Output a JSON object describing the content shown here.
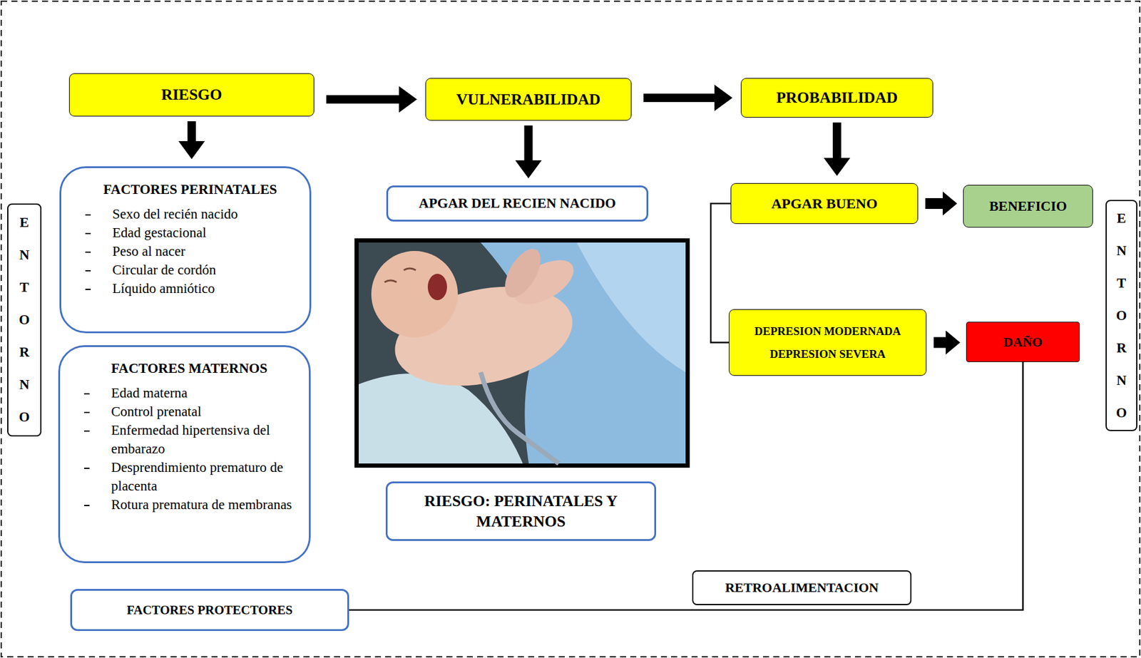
{
  "diagram": {
    "nodes": [
      {
        "text": [
          "ENTORNO"
        ]
      },
      {
        "text": [
          "RIESGO"
        ]
      },
      {
        "text": [
          "VULNERABILIDAD"
        ]
      },
      {
        "text": [
          "PROBABILIDAD"
        ]
      },
      {
        "text": [
          "FACTORES PERINATALES",
          "Sexo del recién nacido",
          "Edad gestacional",
          "Peso al nacer",
          "Circular de cordón",
          "Líquido amniótico"
        ]
      },
      {
        "text": [
          "FACTORES MATERNOS",
          "Edad materna",
          "Control prenatal",
          "Enfermedad hipertensiva del embarazo",
          "Desprendimiento prematuro de placenta",
          "Rotura prematura de membranas"
        ]
      },
      {
        "text": [
          "APGAR DEL RECIEN NACIDO"
        ]
      },
      {
        "text": [
          "RIESGO: PERINATALES Y MATERNOS"
        ]
      },
      {
        "text": [
          "APGAR BUENO"
        ]
      },
      {
        "text": [
          "BENEFICIO"
        ]
      },
      {
        "text": [
          "DEPRESION MODERNADA",
          "DEPRESION SEVERA"
        ]
      },
      {
        "text": [
          "DAÑO"
        ]
      },
      {
        "text": [
          "ENTORNO"
        ]
      },
      {
        "text": [
          "FACTORES PROTECTORES"
        ]
      },
      {
        "text": [
          "RETROALIMENTACION"
        ]
      }
    ],
    "edges": [
      {
        "from": 1,
        "to": 2,
        "arrow": "to"
      },
      {
        "from": 2,
        "to": 3,
        "arrow": "to"
      },
      {
        "from": 1,
        "to": 4,
        "arrow": "to"
      },
      {
        "from": 2,
        "to": 6,
        "arrow": "to"
      },
      {
        "from": 3,
        "to": 8,
        "arrow": "to"
      },
      {
        "from": 8,
        "to": 9,
        "arrow": "to"
      },
      {
        "from": 10,
        "to": 11,
        "arrow": "to"
      },
      {
        "from": 8,
        "to": 10,
        "arrow": "none"
      },
      {
        "from": 11,
        "to": 13,
        "arrow": "none"
      }
    ]
  }
}
